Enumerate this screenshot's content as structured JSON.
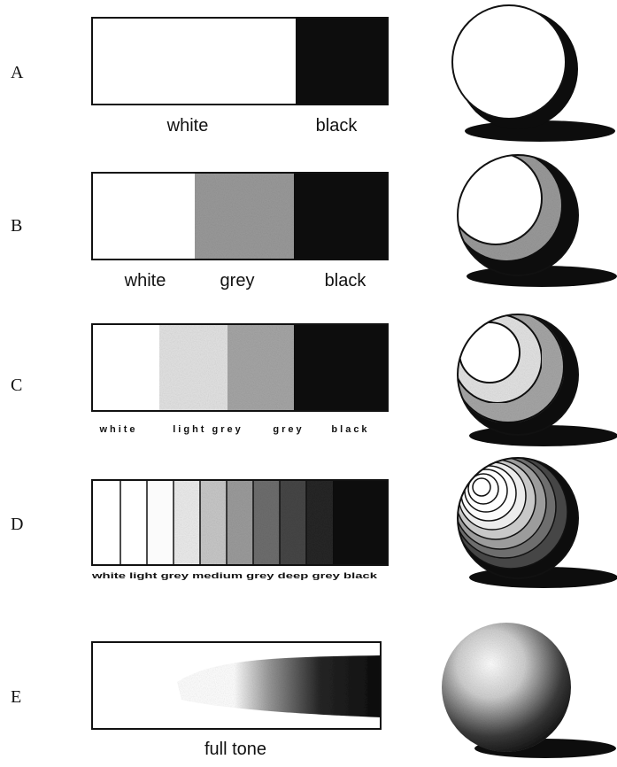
{
  "rows": [
    {
      "letter": "A",
      "labels": [
        "white",
        "black"
      ]
    },
    {
      "letter": "B",
      "labels": [
        "white",
        "grey",
        "black"
      ]
    },
    {
      "letter": "C",
      "labels": [
        "white",
        "light grey",
        "grey",
        "black"
      ]
    },
    {
      "letter": "D",
      "labels": [
        "white light grey medium grey deep grey black"
      ]
    },
    {
      "letter": "E",
      "labels": [
        "full tone"
      ]
    }
  ],
  "colors": {
    "white": "#ffffff",
    "light_grey": "#d9d9d9",
    "grey": "#9a9a9a",
    "black": "#0d0d0d",
    "ink": "#111111"
  }
}
